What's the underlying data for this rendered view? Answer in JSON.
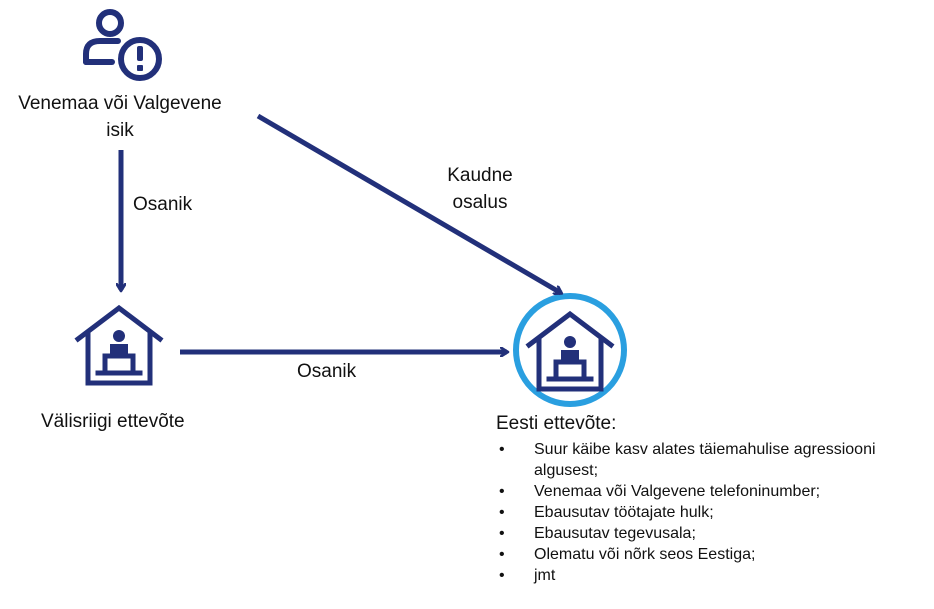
{
  "nodes": {
    "person": {
      "title_line1": "Venemaa või Valgevene",
      "title_line2": "isik",
      "icon": "person-alert-icon"
    },
    "foreign_company": {
      "title": "Välisriigi ettevõte",
      "icon": "company-building-icon"
    },
    "estonian_company": {
      "icon": "company-building-icon",
      "highlight": true
    }
  },
  "edges": {
    "person_to_foreign": {
      "label": "Osanik"
    },
    "foreign_to_estonian": {
      "label": "Osanik"
    },
    "person_to_estonian": {
      "label_line1": "Kaudne",
      "label_line2": "osalus"
    }
  },
  "info": {
    "title": "Eesti ettevõte:",
    "items": [
      {
        "line1": "Suur käibe kasv alates täiemahulise agressiooni",
        "line2": "algusest;"
      },
      {
        "line1": "Venemaa või Valgevene telefoninumber;"
      },
      {
        "line1": "Ebausutav töötajate hulk;"
      },
      {
        "line1": "Ebausutav tegevusala;"
      },
      {
        "line1": "Olematu või nõrk seos Eestiga;"
      },
      {
        "line1": "jmt"
      }
    ],
    "bullet": "•"
  },
  "colors": {
    "primary": "#22307a",
    "highlight_ring": "#2a9fe0",
    "text": "#111111"
  }
}
